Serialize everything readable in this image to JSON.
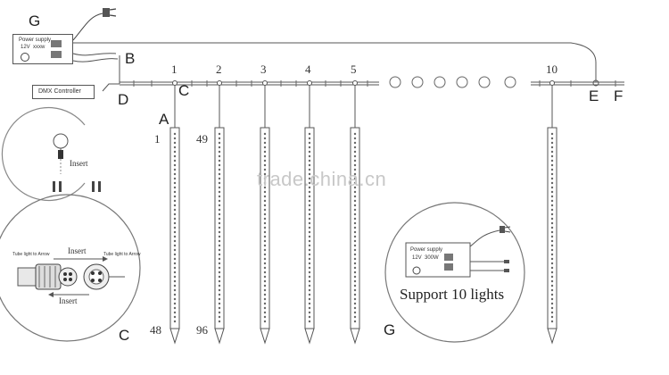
{
  "labels": {
    "G_top": "G",
    "B": "B",
    "D": "D",
    "C_top": "C",
    "A": "A",
    "E": "E",
    "F": "F",
    "C_bottom": "C",
    "G_bottom": "G"
  },
  "top_power_supply": {
    "title": "Power supply",
    "v1": "12V",
    "v2": "xxxw"
  },
  "dmx_controller": "DMX Controller",
  "tube_numbers": [
    "1",
    "2",
    "3",
    "4",
    "5",
    "10"
  ],
  "led_counts": {
    "tube1_top": "1",
    "tube1_bottom": "48",
    "tube2_top": "49",
    "tube2_bottom": "96"
  },
  "detail_top_insert": "Insert",
  "detail_c": {
    "insert_top": "Insert",
    "insert_bottom": "Insert",
    "left_text": "Tube light to Arrow",
    "right_text": "Tube light to Arrow"
  },
  "detail_g": {
    "title": "Power supply",
    "v1": "12V",
    "v2": "300W",
    "support": "Support 10 lights"
  },
  "watermark": "trade.china.cn"
}
